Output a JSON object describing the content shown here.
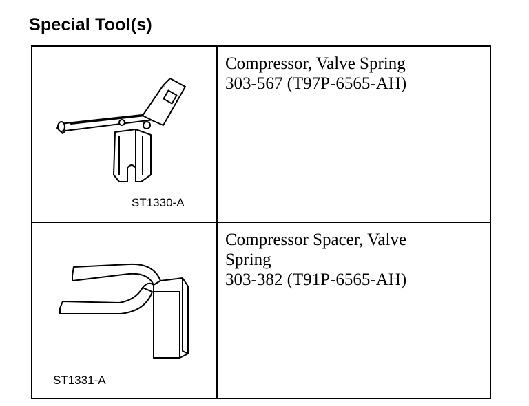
{
  "page": {
    "title": "Special Tool(s)"
  },
  "tools": [
    {
      "icon": "valve-spring-compressor-icon",
      "illustration_code": "ST1330-A",
      "description_lines": [
        "Compressor, Valve Spring",
        "303-567 (T97P-6565-AH)"
      ]
    },
    {
      "icon": "valve-spring-compressor-spacer-icon",
      "illustration_code": "ST1331-A",
      "description_lines": [
        "Compressor Spacer, Valve",
        "Spring",
        "303-382 (T91P-6565-AH)"
      ]
    }
  ]
}
